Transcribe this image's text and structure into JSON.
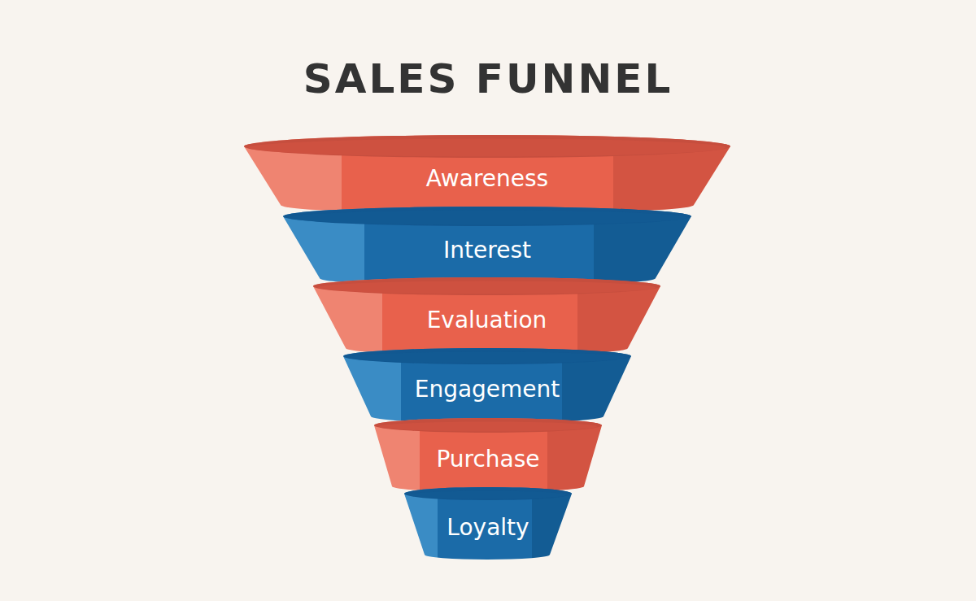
{
  "diagram": {
    "title": "SALES FUNNEL",
    "nodes": [
      {
        "text": [
          "Awareness"
        ]
      },
      {
        "text": [
          "Interest"
        ]
      },
      {
        "text": [
          "Evaluation"
        ]
      },
      {
        "text": [
          "Engagement"
        ]
      },
      {
        "text": [
          "Purchase"
        ]
      },
      {
        "text": [
          "Loyalty"
        ]
      }
    ]
  }
}
